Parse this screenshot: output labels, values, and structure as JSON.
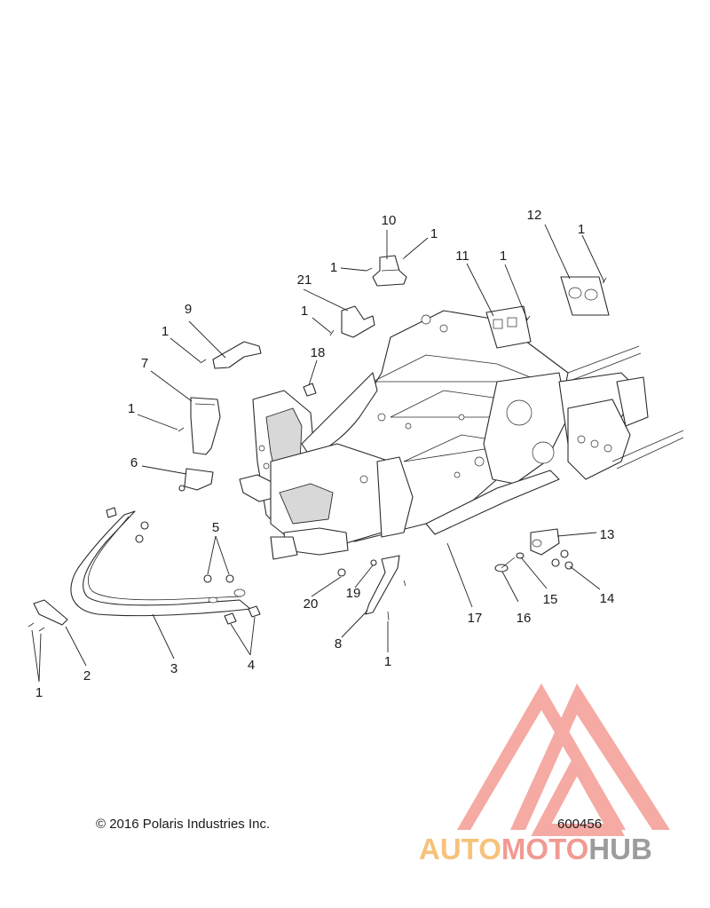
{
  "diagram": {
    "callouts": [
      {
        "label": "1"
      },
      {
        "label": "1"
      },
      {
        "label": "1"
      },
      {
        "label": "1"
      },
      {
        "label": "1"
      },
      {
        "label": "1"
      },
      {
        "label": "1"
      },
      {
        "label": "1"
      },
      {
        "label": "1"
      },
      {
        "label": "2"
      },
      {
        "label": "3"
      },
      {
        "label": "4"
      },
      {
        "label": "5"
      },
      {
        "label": "6"
      },
      {
        "label": "7"
      },
      {
        "label": "8"
      },
      {
        "label": "9"
      },
      {
        "label": "10"
      },
      {
        "label": "11"
      },
      {
        "label": "12"
      },
      {
        "label": "13"
      },
      {
        "label": "14"
      },
      {
        "label": "15"
      },
      {
        "label": "16"
      },
      {
        "label": "17"
      },
      {
        "label": "18"
      },
      {
        "label": "19"
      },
      {
        "label": "20"
      },
      {
        "label": "21"
      }
    ]
  },
  "footer": {
    "copyright": "© 2016 Polaris Industries Inc.",
    "diagram_id": "600456"
  },
  "watermark": {
    "part_a": "AUTO",
    "part_b": "MOTO",
    "part_c": "HUB",
    "logo_colors": {
      "primary": "#f28e86",
      "secondary": "#f7c27a",
      "grey": "#9c9c9c"
    }
  }
}
